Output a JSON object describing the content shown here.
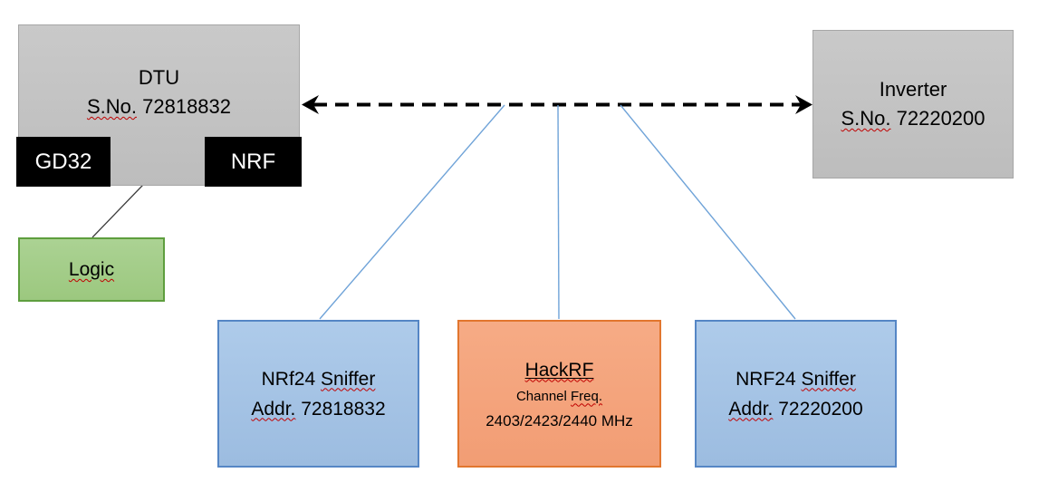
{
  "dtu": {
    "title": "DTU",
    "serial_prefix": "S.No.",
    "serial": "72818832",
    "chip_left": "GD32",
    "chip_right": "NRF"
  },
  "logic": {
    "label": "Logic"
  },
  "inverter": {
    "title": "Inverter",
    "serial_prefix": "S.No.",
    "serial": "72220200"
  },
  "sniffer_left": {
    "name_word1": "NRf24",
    "name_word2": "Sniffer",
    "addr_prefix": "Addr.",
    "addr": "72818832"
  },
  "hackrf": {
    "title": "HackRF",
    "freq_word1": "Channel",
    "freq_word2": "Freq.",
    "frequencies": "2403/2423/2440 MHz"
  },
  "sniffer_right": {
    "name_word1": "NRF24",
    "name_word2": "Sniffer",
    "addr_prefix": "Addr.",
    "addr": "72220200"
  },
  "colors": {
    "gray_fill": "#c4c4c4",
    "gray_border": "#a6a6a6",
    "black_chip": "#000000",
    "green_fill": "#a4cd89",
    "green_border": "#5e9e3e",
    "blue_fill": "#a5c4e7",
    "blue_border": "#5586c5",
    "orange_fill": "#f4a47d",
    "orange_border": "#e2762e",
    "connector_blue": "#6fa3d8",
    "arrow_black": "#000000",
    "spellcheck_red": "#c00000"
  }
}
